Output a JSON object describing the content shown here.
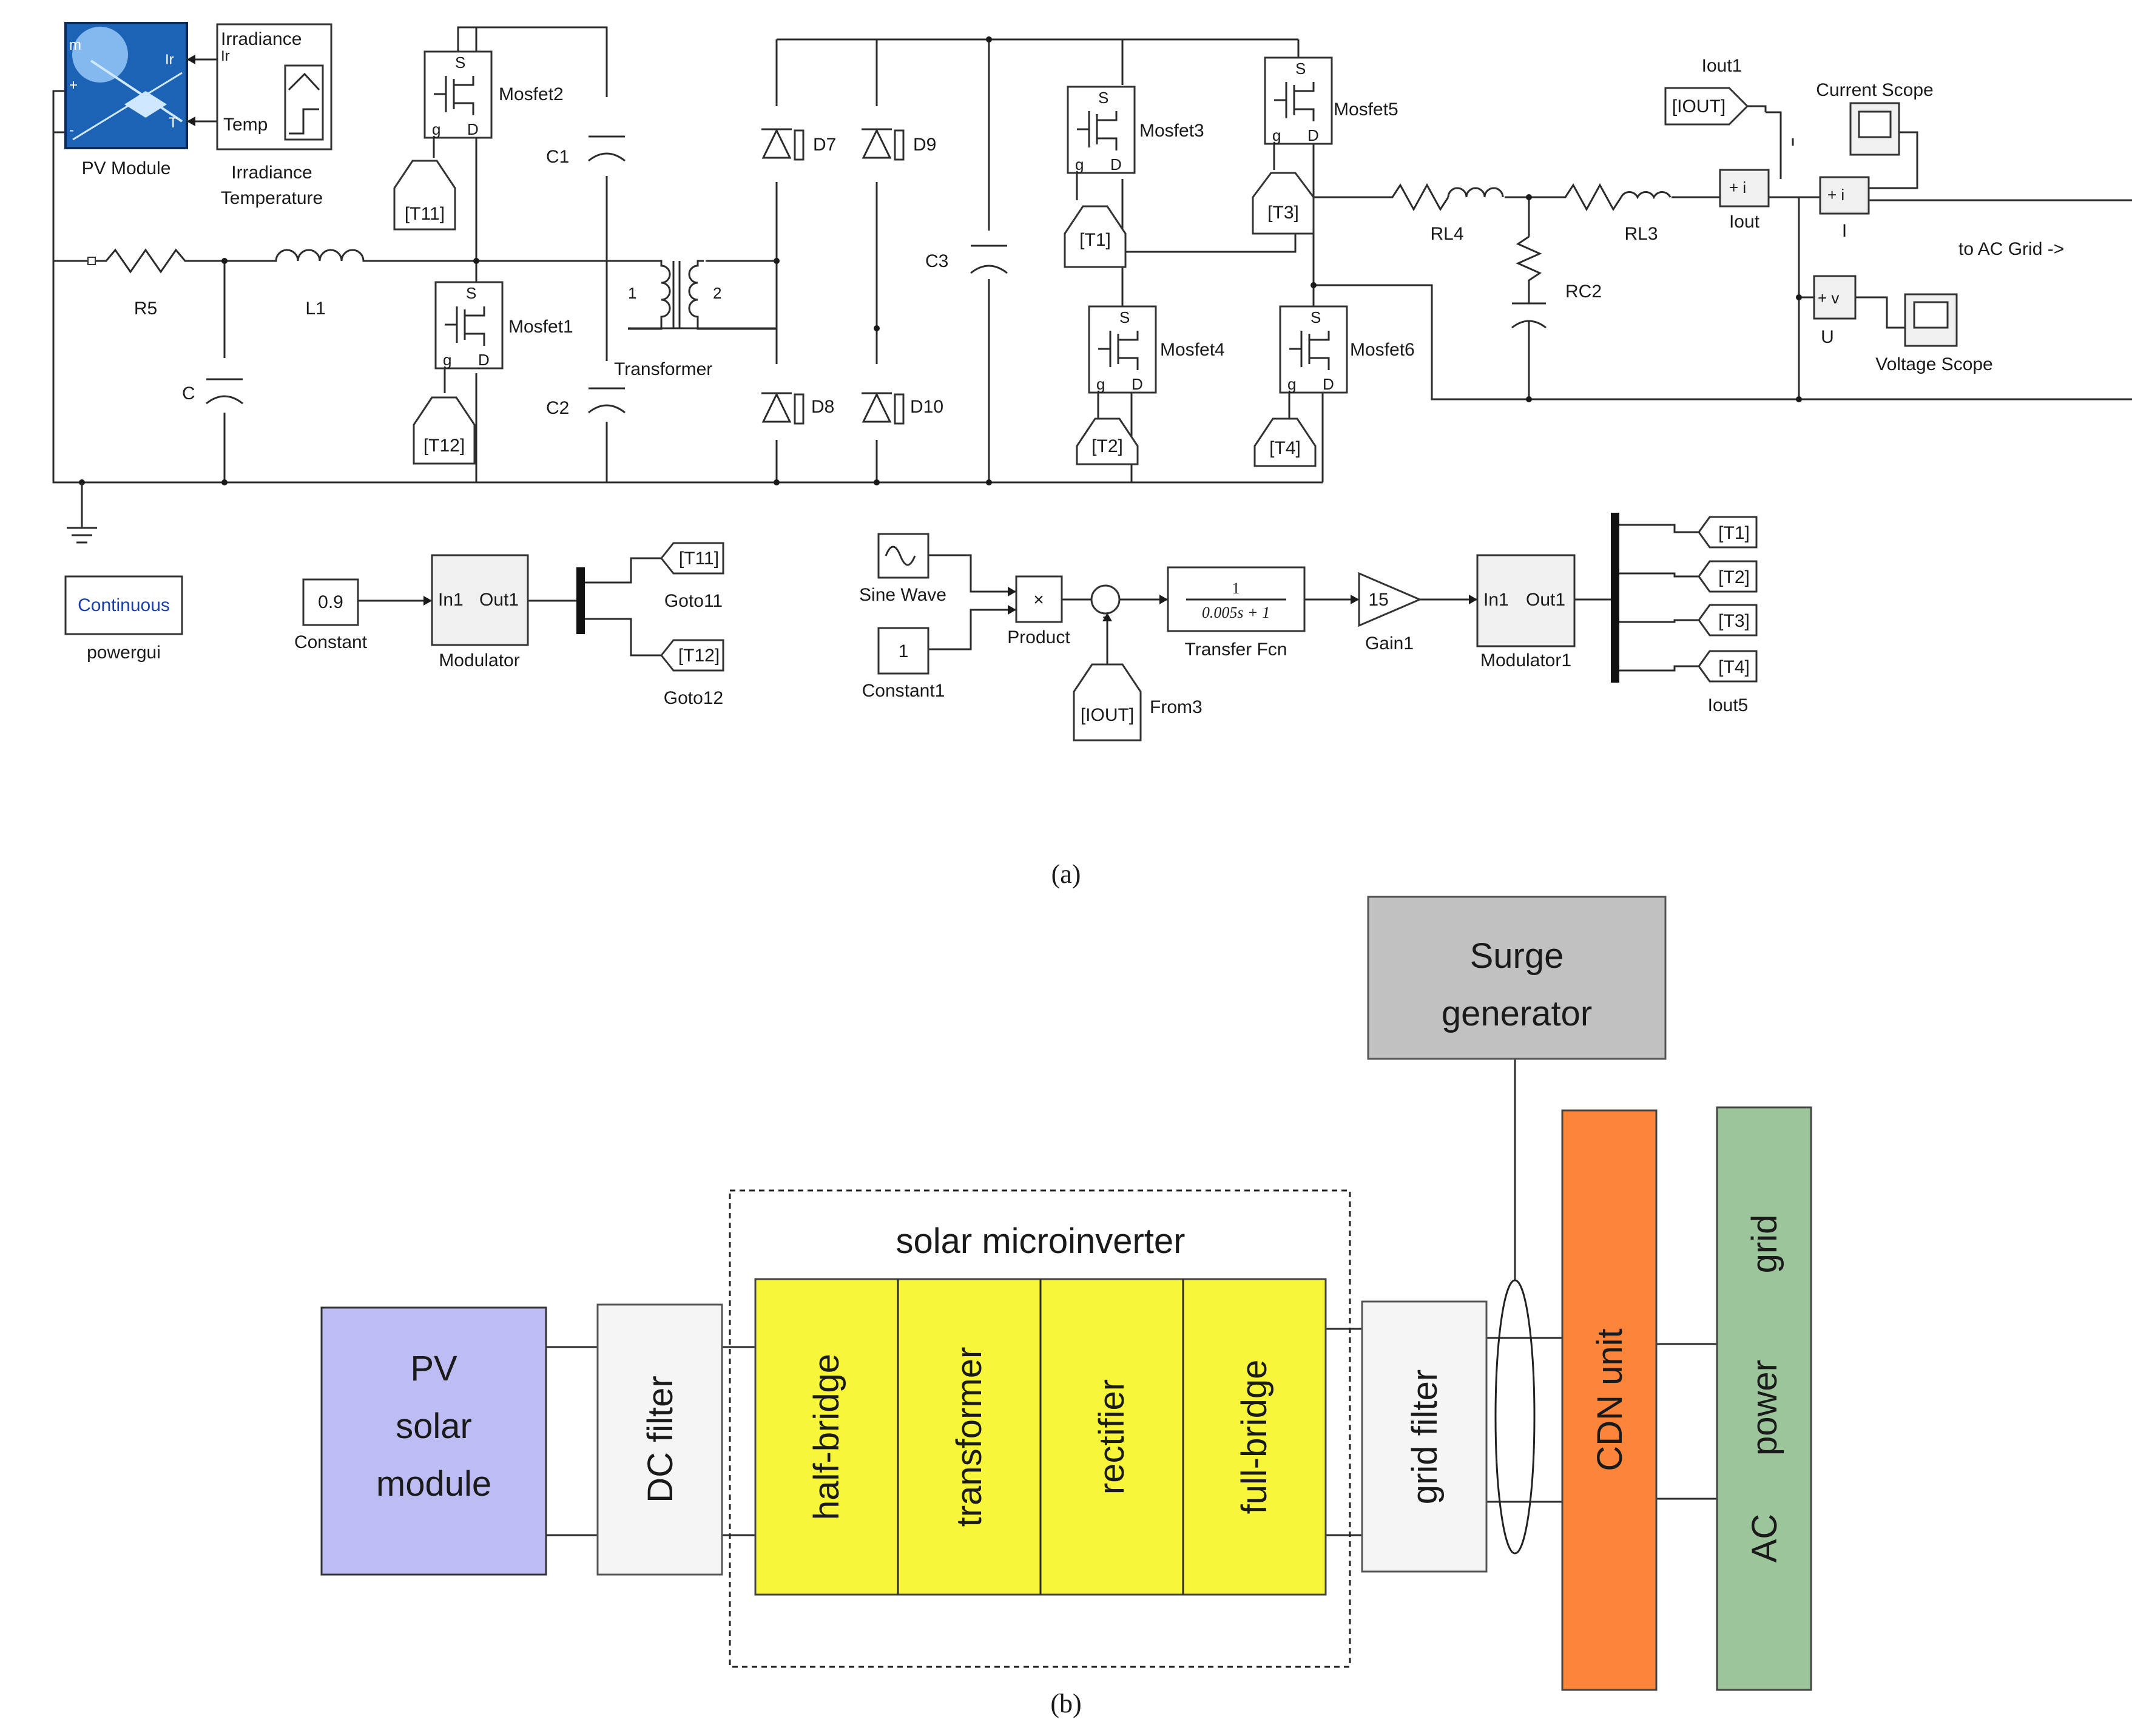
{
  "panel_a": {
    "caption": "(a)",
    "pv": {
      "name": "PV Module",
      "port_m": "m",
      "port_plus": "+",
      "port_minus": "-",
      "port_ir": "Ir",
      "port_t": "T"
    },
    "irr": {
      "title": "Irradiance",
      "port_ir": "Ir",
      "port_temp": "Temp",
      "name1": "Irradiance",
      "name2": "Temperature"
    },
    "components": {
      "r5": "R5",
      "l1": "L1",
      "c": "C",
      "c1": "C1",
      "c2": "C2",
      "c3": "C3",
      "transformer": "Transformer",
      "t1": "1",
      "t2": "2",
      "d7": "D7",
      "d8": "D8",
      "d9": "D9",
      "d10": "D10",
      "rl4": "RL4",
      "rl3": "RL3",
      "rc2": "RC2"
    },
    "mosfets": [
      "Mosfet2",
      "Mosfet1",
      "Mosfet3",
      "Mosfet4",
      "Mosfet5",
      "Mosfet6"
    ],
    "mosfet_pins": {
      "s": "S",
      "g": "g",
      "d": "D"
    },
    "from_tags": {
      "t11": "[T11]",
      "t12": "[T12]",
      "t1": "[T1]",
      "t2": "[T2]",
      "t3": "[T3]",
      "t4": "[T4]"
    },
    "iout1": {
      "tag": "[IOUT]",
      "name": "Iout1"
    },
    "current_scope": "Current Scope",
    "voltage_scope": "Voltage Scope",
    "iout_meas": {
      "name": "Iout",
      "sign": "+ i"
    },
    "i_meas": {
      "name": "I",
      "sign": "+ i"
    },
    "u_meas": {
      "name": "U",
      "sign": "+ v"
    },
    "grid_arrow": "to AC Grid ->",
    "powergui": {
      "text": "Continuous",
      "name": "powergui"
    },
    "constant": {
      "value": "0.9",
      "name": "Constant"
    },
    "modulator": {
      "in": "In1",
      "out": "Out1",
      "name": "Modulator"
    },
    "goto11": {
      "tag": "[T11]",
      "name": "Goto11"
    },
    "goto12": {
      "tag": "[T12]",
      "name": "Goto12"
    },
    "sine": "Sine Wave",
    "constant1": {
      "value": "1",
      "name": "Constant1"
    },
    "product": {
      "sym": "×",
      "name": "Product"
    },
    "sum_sign": "-",
    "from3": {
      "tag": "[IOUT]",
      "name": "From3"
    },
    "tf": {
      "num": "1",
      "den": "0.005s + 1",
      "name": "Transfer Fcn"
    },
    "gain": {
      "value": "15",
      "name": "Gain1"
    },
    "modulator1": {
      "in": "In1",
      "out": "Out1",
      "name": "Modulator1"
    },
    "goto_t": [
      "[T1]",
      "[T2]",
      "[T3]",
      "[T4]"
    ],
    "iout5": "Iout5"
  },
  "panel_b": {
    "caption": "(b)",
    "pv_lines": [
      "PV",
      "solar",
      "module"
    ],
    "dc_filter": "DC filter",
    "micro_title": "solar microinverter",
    "stages": [
      "half-bridge",
      "transformer",
      "rectifier",
      "full-bridge"
    ],
    "grid_filter": "grid filter",
    "surge_lines": [
      "Surge",
      "generator"
    ],
    "cdn": "CDN unit",
    "grid_words": [
      "AC",
      "power",
      "grid"
    ],
    "colors": {
      "pv": "#bdbdf3",
      "filter": "#f5f5f5",
      "stage": "#f8f63a",
      "surge": "#c1c1c1",
      "cdn": "#fc853a",
      "grid": "#9cc59b"
    }
  }
}
